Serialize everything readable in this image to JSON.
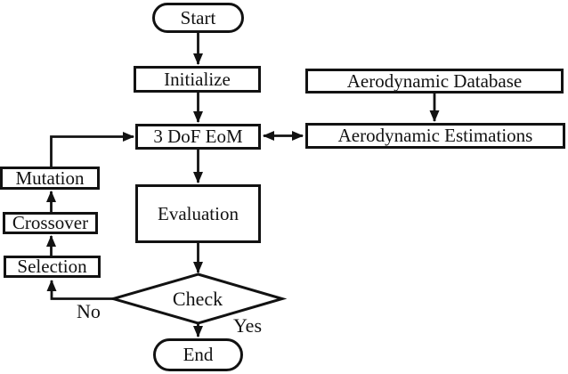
{
  "diagram": {
    "type": "flowchart",
    "colors": {
      "stroke": "#121212",
      "background": "#ffffff",
      "text": "#121212"
    },
    "nodes": {
      "start": {
        "label": "Start",
        "shape": "stadium"
      },
      "initialize": {
        "label": "Initialize",
        "shape": "rect"
      },
      "aero_database": {
        "label": "Aerodynamic Database",
        "shape": "rect"
      },
      "dof_eom": {
        "label": "3 DoF EoM",
        "shape": "rect"
      },
      "aero_estimations": {
        "label": "Aerodynamic Estimations",
        "shape": "rect"
      },
      "mutation": {
        "label": "Mutation",
        "shape": "rect"
      },
      "crossover": {
        "label": "Crossover",
        "shape": "rect"
      },
      "selection": {
        "label": "Selection",
        "shape": "rect"
      },
      "evaluation": {
        "label": "Evaluation",
        "shape": "rect"
      },
      "check": {
        "label": "Check",
        "shape": "diamond"
      },
      "end": {
        "label": "End",
        "shape": "stadium"
      }
    },
    "edge_labels": {
      "no": "No",
      "yes": "Yes"
    },
    "edges": [
      {
        "from": "start",
        "to": "initialize",
        "type": "arrow"
      },
      {
        "from": "initialize",
        "to": "dof_eom",
        "type": "arrow"
      },
      {
        "from": "aero_database",
        "to": "aero_estimations",
        "type": "arrow"
      },
      {
        "from": "dof_eom",
        "to": "aero_estimations",
        "type": "double-arrow"
      },
      {
        "from": "dof_eom",
        "to": "evaluation",
        "type": "arrow"
      },
      {
        "from": "evaluation",
        "to": "check",
        "type": "arrow"
      },
      {
        "from": "check",
        "to": "end",
        "type": "arrow",
        "label": "Yes"
      },
      {
        "from": "check",
        "to": "selection",
        "type": "arrow",
        "label": "No"
      },
      {
        "from": "selection",
        "to": "crossover",
        "type": "arrow"
      },
      {
        "from": "crossover",
        "to": "mutation",
        "type": "arrow"
      },
      {
        "from": "mutation",
        "to": "dof_eom",
        "type": "arrow"
      }
    ]
  }
}
